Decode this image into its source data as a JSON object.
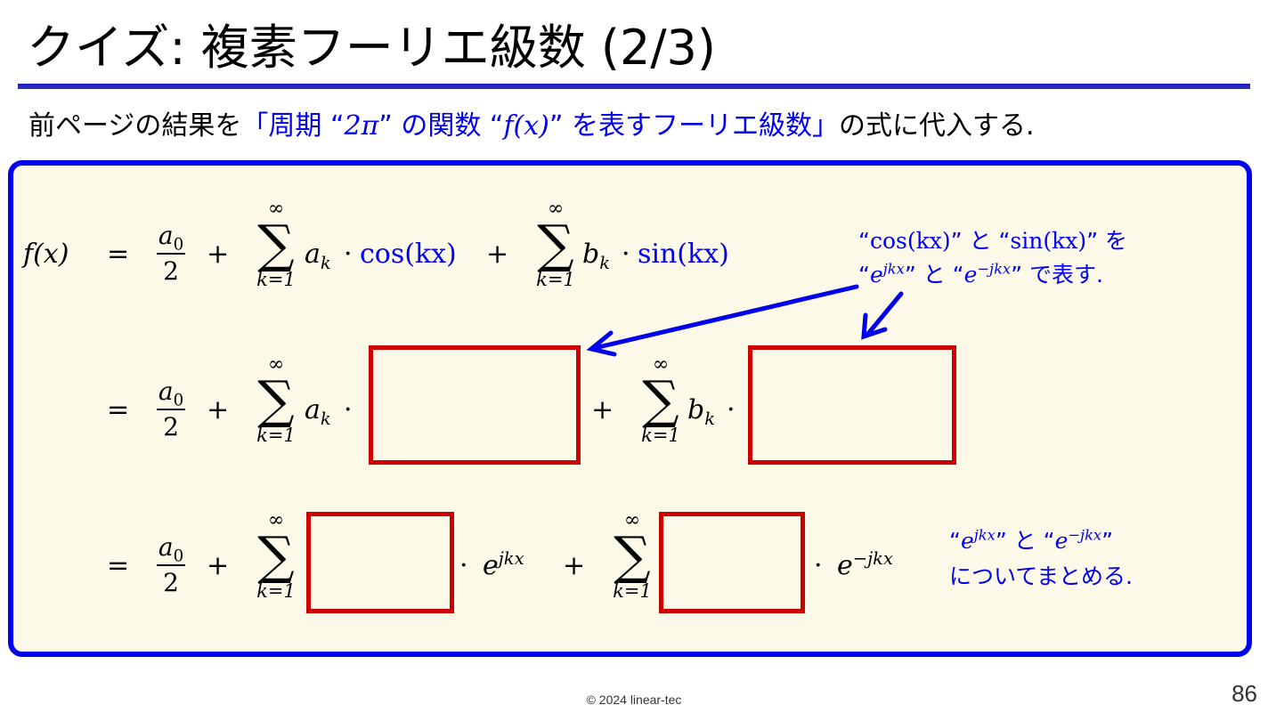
{
  "slide": {
    "title": "クイズ: 複素フーリエ級数 (2/3)",
    "lead_prefix": "前ページの結果を",
    "lead_highlight_1": "「周期 “",
    "lead_math_1": "2π",
    "lead_highlight_2": "” の関数 “",
    "lead_math_2": "f(x)",
    "lead_highlight_3": "” を表すフーリエ級数」",
    "lead_suffix": "の式に代入する."
  },
  "equations": {
    "lhs": "f(x)",
    "eq": "=",
    "plus": "+",
    "frac_num": "a",
    "frac_num_sub": "0",
    "frac_den": "2",
    "sum_top": "∞",
    "sum_sign": "∑",
    "sum_bottom": "k=1",
    "ak": "a",
    "ak_sub": "k",
    "bk": "b",
    "bk_sub": "k",
    "dot": "·",
    "cos_term": "cos(kx)",
    "sin_term": "sin(kx)",
    "e_pos": "e",
    "e_pos_exp": "jkx",
    "e_neg": "e",
    "e_neg_exp": "−jkx"
  },
  "notes": {
    "note1_line1_q1": "“",
    "note1_line1_cos": "cos(kx)",
    "note1_line1_mid": "” と “",
    "note1_line1_sin": "sin(kx)",
    "note1_line1_end": "” を",
    "note1_line2_q1": "“",
    "note1_line2_e1": "e",
    "note1_line2_e1_exp": "jkx",
    "note1_line2_mid": "” と “",
    "note1_line2_e2": "e",
    "note1_line2_e2_exp": "−jkx",
    "note1_line2_end": "” で表す.",
    "note2_line1_q1": "“",
    "note2_line1_e1": "e",
    "note2_line1_e1_exp": "jkx",
    "note2_line1_mid": "” と “",
    "note2_line1_e2": "e",
    "note2_line1_e2_exp": "−jkx",
    "note2_line1_end": "”",
    "note2_line2": "についてまとめる."
  },
  "footer": {
    "copyright": "© 2024 linear-tec",
    "page_number": "86"
  },
  "colors": {
    "accent_blue": "#0000ee",
    "answer_box_red": "#cc0000",
    "panel_bg": "#fdf9e8"
  }
}
